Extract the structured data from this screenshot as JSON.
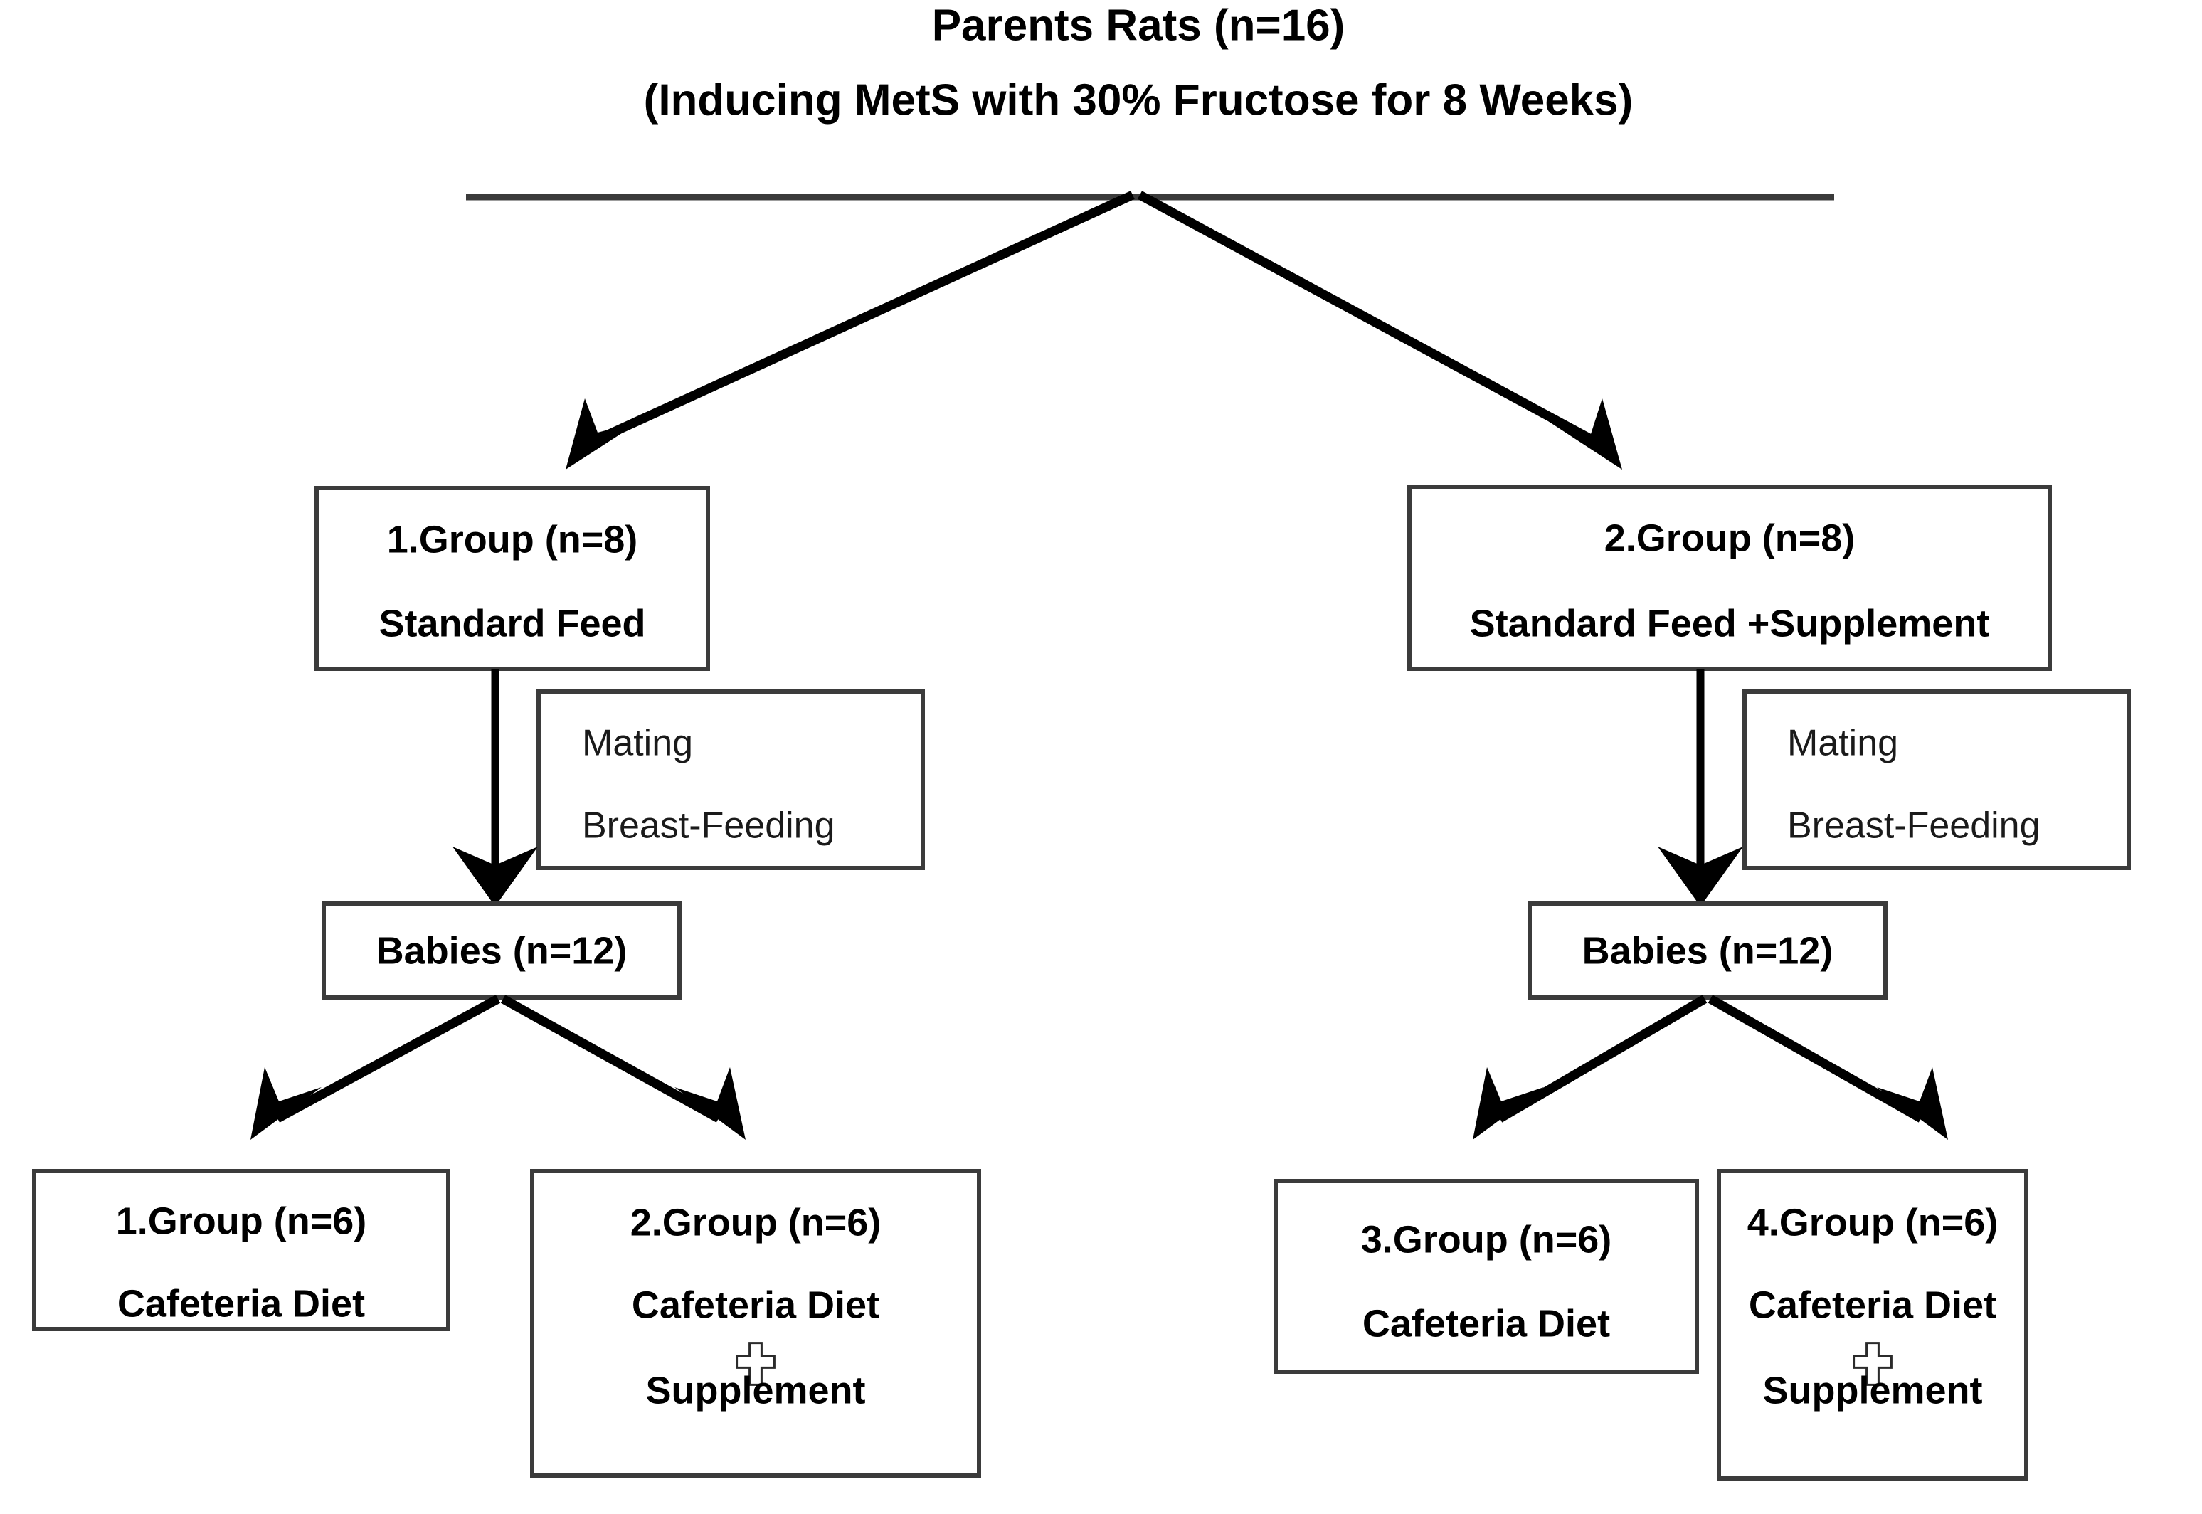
{
  "diagram": {
    "title_line_1": "Parents Rats (n=16)",
    "title_line_2": "(Inducing MetS with 30% Fructose for 8 Weeks)",
    "colors": {
      "background": "#ffffff",
      "box_border": "#3b3b3b",
      "text": "#000000",
      "connector": "#000000"
    },
    "parent_groups": [
      {
        "id": "parent-group-1",
        "line_1": "1.Group (n=8)",
        "line_2": "Standard Feed"
      },
      {
        "id": "parent-group-2",
        "line_1": "2.Group (n=8)",
        "line_2": "Standard Feed +Supplement"
      }
    ],
    "process_notes": [
      {
        "id": "process-note-left",
        "line_1": "Mating",
        "line_2": "Breast-Feeding"
      },
      {
        "id": "process-note-right",
        "line_1": "Mating",
        "line_2": "Breast-Feeding"
      }
    ],
    "offspring": [
      {
        "id": "babies-left",
        "label": "Babies (n=12)"
      },
      {
        "id": "babies-right",
        "label": "Babies (n=12)"
      }
    ],
    "offspring_groups": [
      {
        "id": "offspring-group-1",
        "line_1": "1.Group (n=6)",
        "line_2": "Cafeteria Diet",
        "cross": "",
        "line_3": ""
      },
      {
        "id": "offspring-group-2",
        "line_1": "2.Group (n=6)",
        "line_2": "Cafeteria Diet",
        "cross": "plus-cross-icon",
        "line_3": "Supplement"
      },
      {
        "id": "offspring-group-3",
        "line_1": "3.Group (n=6)",
        "line_2": "Cafeteria Diet",
        "cross": "",
        "line_3": ""
      },
      {
        "id": "offspring-group-4",
        "line_1": "4.Group (n=6)",
        "line_2": "Cafeteria Diet",
        "cross": "plus-cross-icon",
        "line_3": "Supplement"
      }
    ]
  }
}
